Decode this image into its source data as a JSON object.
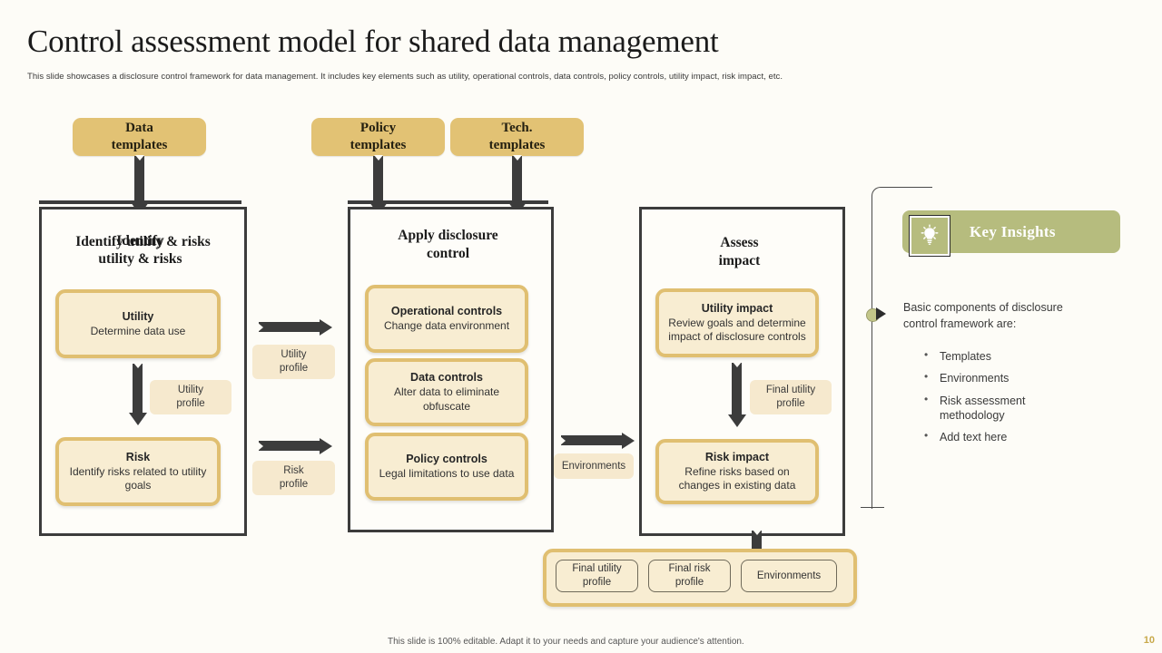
{
  "header": {
    "title": "Control assessment model for shared data management",
    "subtitle": "This slide showcases a disclosure control framework for data management. It includes key elements such as utility, operational controls, data controls, policy controls, utility impact, risk impact, etc."
  },
  "templates": [
    {
      "label": "Data\ntemplates"
    },
    {
      "label": "Policy\ntemplates"
    },
    {
      "label": "Tech.\ntemplates"
    }
  ],
  "stages": [
    {
      "title": "Identify\nutility & risks",
      "cards": [
        {
          "head": "Utility",
          "body": "Determine  data use"
        },
        {
          "head": "Risk",
          "body": "Identify risks related  to utility goals"
        }
      ],
      "inner_label": "Utility\nprofile"
    },
    {
      "title": "Apply disclosure\ncontrol",
      "cards": [
        {
          "head": "Operational controls",
          "body": "Change  data environment"
        },
        {
          "head": "Data controls",
          "body": "Alter data to eliminate obfuscate"
        },
        {
          "head": "Policy controls",
          "body": "Legal  limitations to use data"
        }
      ],
      "inner_label": ""
    },
    {
      "title": "Assess\nimpact",
      "cards": [
        {
          "head": "Utility impact",
          "body": "Review  goals and determine impact of disclosure controls"
        },
        {
          "head": "Risk  impact",
          "body": "Refine  risks based on changes in existing data"
        }
      ],
      "inner_label": "Final utility\nprofile"
    }
  ],
  "connectors": [
    {
      "label": "Utility\nprofile"
    },
    {
      "label": "Risk\nprofile"
    },
    {
      "label": "Environments"
    }
  ],
  "results": {
    "chips": [
      {
        "label": "Final utility\nprofile"
      },
      {
        "label": "Final risk\nprofile"
      },
      {
        "label": "Environments"
      }
    ]
  },
  "key_insights": {
    "heading": "Key Insights",
    "icon": "lightbulb-icon",
    "lead": "Basic components of disclosure control framework  are:",
    "bullets": [
      "Templates",
      "Environments",
      "Risk assessment methodology",
      "Add text here"
    ]
  },
  "footer": {
    "note": "This slide is 100% editable. Adapt it to your needs and capture your audience's attention.",
    "page_number": "10"
  },
  "colors": {
    "template_fill": "#E2C274",
    "card_fill": "#F8EDD2",
    "card_border": "#E0BF71",
    "stage_border": "#3C3C3C",
    "insight_green": "#B6BC7E",
    "page_accent": "#C8A94B",
    "background": "#FDFCF7"
  }
}
